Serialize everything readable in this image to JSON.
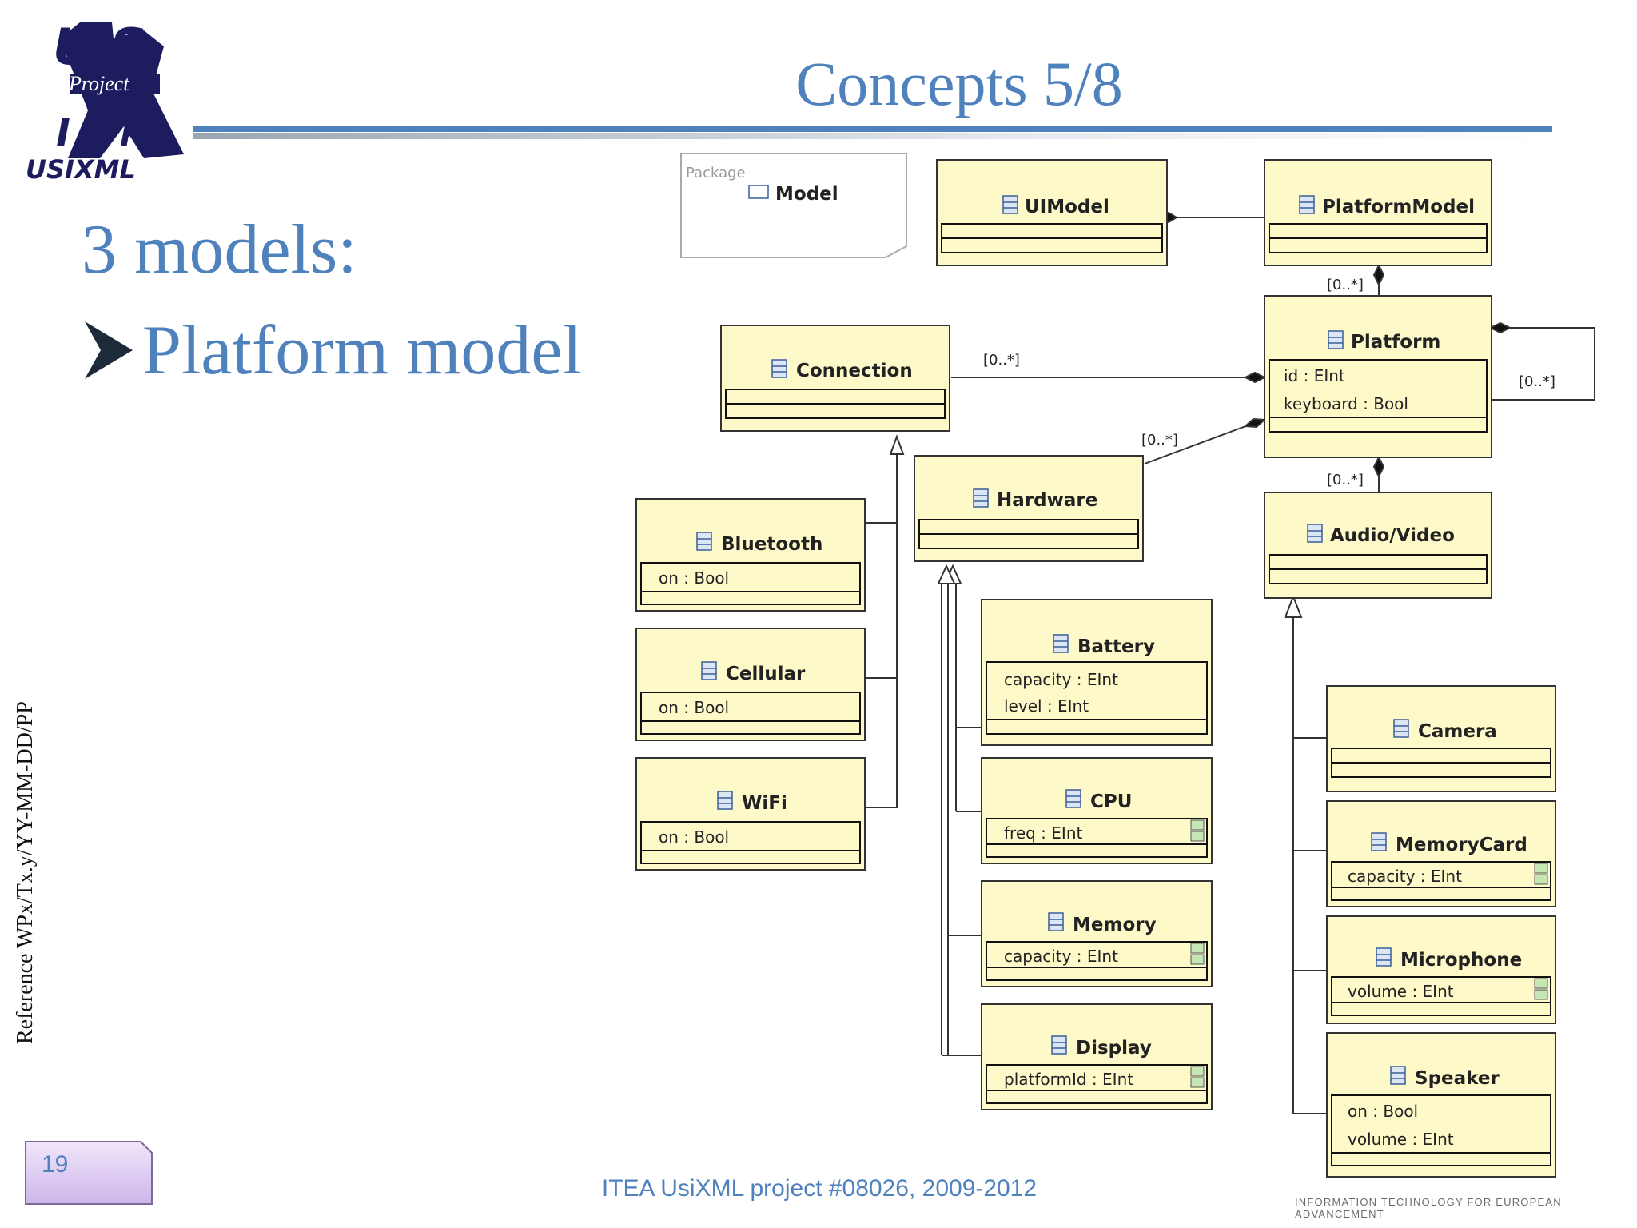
{
  "slide": {
    "logo_text_top": "U S",
    "logo_text_project": "Project",
    "logo_text_mid": "HL",
    "logo_text_bottom": "USIXML",
    "title": "Concepts 5/8",
    "heading": "3 models:",
    "bullet": "Platform model",
    "side_reference": "Reference WPx/Tx.y/YY-MM-DD/PP",
    "page_number": "19",
    "footer": "ITEA UsiXML project #08026, 2009-2012",
    "itea_tagline": "INFORMATION TECHNOLOGY FOR EUROPEAN ADVANCEMENT"
  },
  "diagram": {
    "package": {
      "stereotype": "Package",
      "name": "Model"
    },
    "classes": {
      "uimodel": {
        "name": "UIModel"
      },
      "platformmodel": {
        "name": "PlatformModel"
      },
      "platform": {
        "name": "Platform",
        "attrs": [
          "id : EInt",
          "keyboard : Bool"
        ]
      },
      "connection": {
        "name": "Connection"
      },
      "hardware": {
        "name": "Hardware"
      },
      "audiovideo": {
        "name": "Audio/Video"
      },
      "bluetooth": {
        "name": "Bluetooth",
        "attrs": [
          "on : Bool"
        ]
      },
      "cellular": {
        "name": "Cellular",
        "attrs": [
          "on : Bool"
        ]
      },
      "wifi": {
        "name": "WiFi",
        "attrs": [
          "on : Bool"
        ]
      },
      "battery": {
        "name": "Battery",
        "attrs": [
          "capacity : EInt",
          "level : EInt"
        ]
      },
      "cpu": {
        "name": "CPU",
        "attrs": [
          "freq : EInt"
        ]
      },
      "memory": {
        "name": "Memory",
        "attrs": [
          "capacity : EInt"
        ]
      },
      "display": {
        "name": "Display",
        "attrs": [
          "platformId : EInt"
        ]
      },
      "camera": {
        "name": "Camera"
      },
      "memorycard": {
        "name": "MemoryCard",
        "attrs": [
          "capacity : EInt"
        ]
      },
      "microphone": {
        "name": "Microphone",
        "attrs": [
          "volume : EInt"
        ]
      },
      "speaker": {
        "name": "Speaker",
        "attrs": [
          "on : Bool",
          "volume : EInt"
        ]
      }
    },
    "multiplicities": {
      "platformmodel_platform": "[0..*]",
      "platform_connection": "[0..*]",
      "platform_hardware": "[0..*]",
      "platform_audiovideo": "[0..*]",
      "platform_self": "[0..*]"
    },
    "colors": {
      "class_fill": "#fdf9c9",
      "border": "#333333",
      "title_blue": "#4f81bd"
    }
  }
}
